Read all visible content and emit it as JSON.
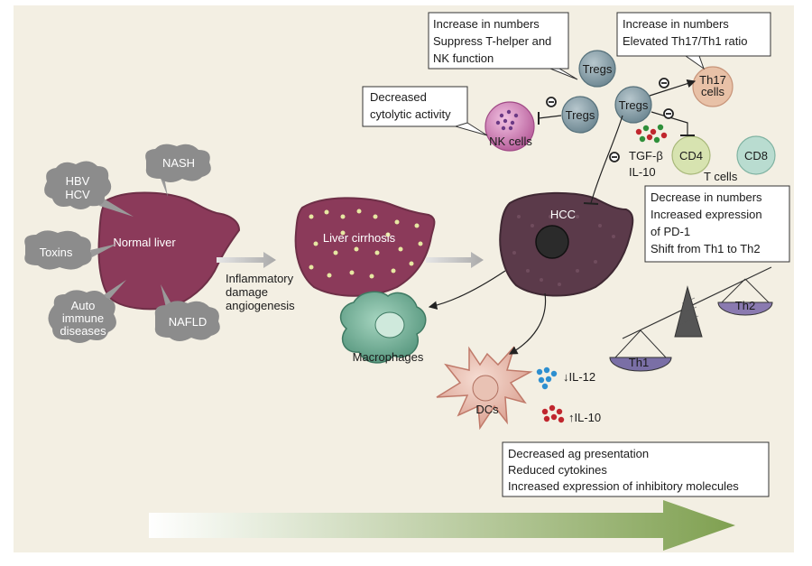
{
  "colors": {
    "background": "#f3efe3",
    "liver": "#8b3a5a",
    "liver_dark": "#6e2f47",
    "hcc": "#5b3a4a",
    "cloud": "#8c8c8c",
    "tregs": "#7f9aa5",
    "th17": "#e8c1a7",
    "t_cells": "#d7e3b0",
    "cd8": "#b9dcd0",
    "nk": "#d27db8",
    "macrophage": "#5fa58a",
    "dc": "#e3b5a6",
    "arrow_green": "#8aa95f",
    "th1": "#7a6fa6",
    "th2": "#8a7ab0"
  },
  "causes": {
    "hbv": "HBV",
    "hcv": "HCV",
    "nash": "NASH",
    "toxins": "Toxins",
    "autoimmune_1": "Auto",
    "autoimmune_2": "immune",
    "autoimmune_3": "diseases",
    "nafld": "NAFLD"
  },
  "stages": {
    "normal_liver": "Normal liver",
    "liver_cirrhosis": "Liver cirrhosis",
    "hcc": "HCC",
    "transition_1": "Inflammatory",
    "transition_2": "damage",
    "transition_3": "angiogenesis"
  },
  "cells": {
    "tregs": "Tregs",
    "th17_1": "Th17",
    "th17_2": "cells",
    "nk": "NK cells",
    "cd4": "CD4",
    "cd8": "CD8",
    "t_cells": "T cells",
    "macrophages": "Macrophages",
    "dcs": "DCs",
    "th1": "Th1",
    "th2": "Th2"
  },
  "cytokines": {
    "tgf": "TGF-β",
    "il10": "IL-10",
    "il12_down": "↓IL-12",
    "il10_up": "↑IL-10"
  },
  "boxes": {
    "tregs_box": [
      "Increase in numbers",
      "Suppress T-helper and",
      "NK function"
    ],
    "th17_box": [
      "Increase in numbers",
      "Elevated Th17/Th1 ratio"
    ],
    "nk_box": [
      "Decreased",
      "cytolytic activity"
    ],
    "tcell_box": [
      "Decrease in numbers",
      "Increased expression",
      "of PD-1",
      "Shift from Th1 to Th2"
    ],
    "dc_box": [
      "Decreased ag presentation",
      "Reduced cytokines",
      "Increased expression of inhibitory molecules"
    ]
  },
  "inhibit_symbol": "⊖"
}
